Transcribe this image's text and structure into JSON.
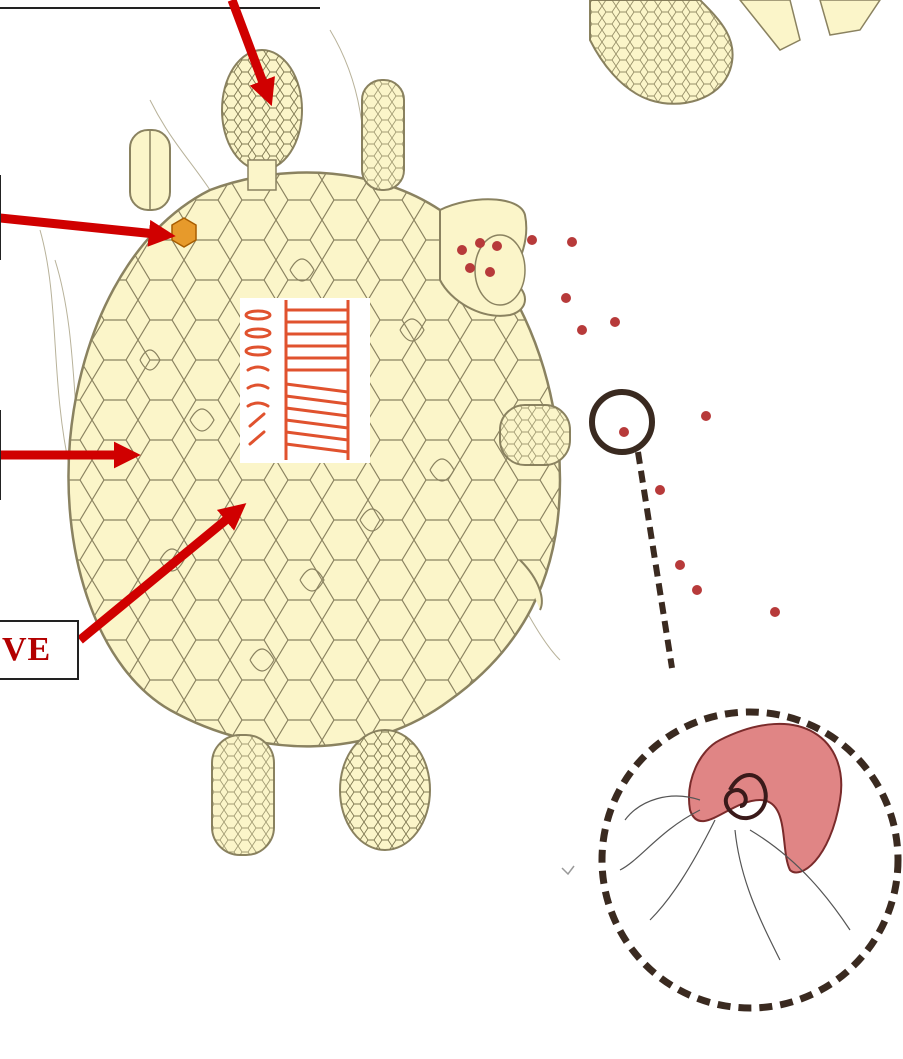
{
  "labels": {
    "boxed_label": "VE"
  },
  "colors": {
    "thallus_fill": "#fbf5c9",
    "cell_line": "#8a8260",
    "arrow": "#d00000",
    "tracheid": "#e0522e",
    "spore": "#b73a3a",
    "sperm_fill": "#e08585",
    "dashed_ring": "#3a2a20"
  },
  "icons": {
    "arrow_glyph": "arrow-right",
    "spiral": "coiled-sperm"
  }
}
